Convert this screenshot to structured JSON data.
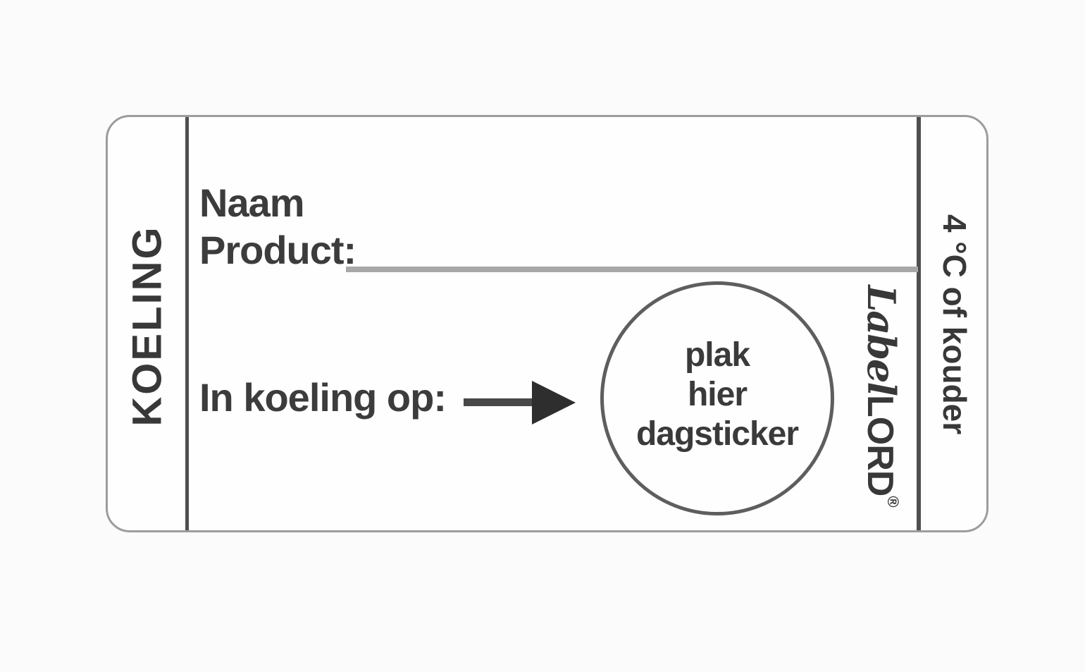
{
  "label": {
    "left_strip": {
      "text": "KOELING"
    },
    "main": {
      "naam_line1": "Naam",
      "naam_line2": "Product:",
      "in_koeling_label": "In koeling op:",
      "circle_text": [
        "plak",
        "hier",
        "dagsticker"
      ]
    },
    "brand": {
      "script_part": "Label",
      "bold_part": "LORD",
      "registered_mark": "®"
    },
    "right_strip": {
      "text": "4 °C of kouder"
    },
    "colors": {
      "text": "#3c3c3c",
      "separator": "#4f4f4f",
      "label_border": "#9c9c9c",
      "blank_line": "#a8a8a8",
      "background": "#fefefe"
    }
  }
}
